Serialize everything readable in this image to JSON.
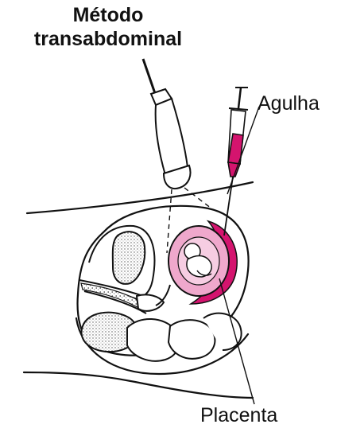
{
  "title": {
    "line1": "Método",
    "line2": "transabdominal"
  },
  "labels": {
    "needle": "Agulha",
    "placenta": "Placenta"
  },
  "colors": {
    "placenta": "#d4146e",
    "amniotic_sac": "#efa8cc",
    "fetus": "#ffffff",
    "syringe_fluid": "#d4146e",
    "outline": "#111111"
  },
  "icons": {
    "probe": "ultrasound-probe-icon",
    "syringe": "syringe-icon"
  }
}
